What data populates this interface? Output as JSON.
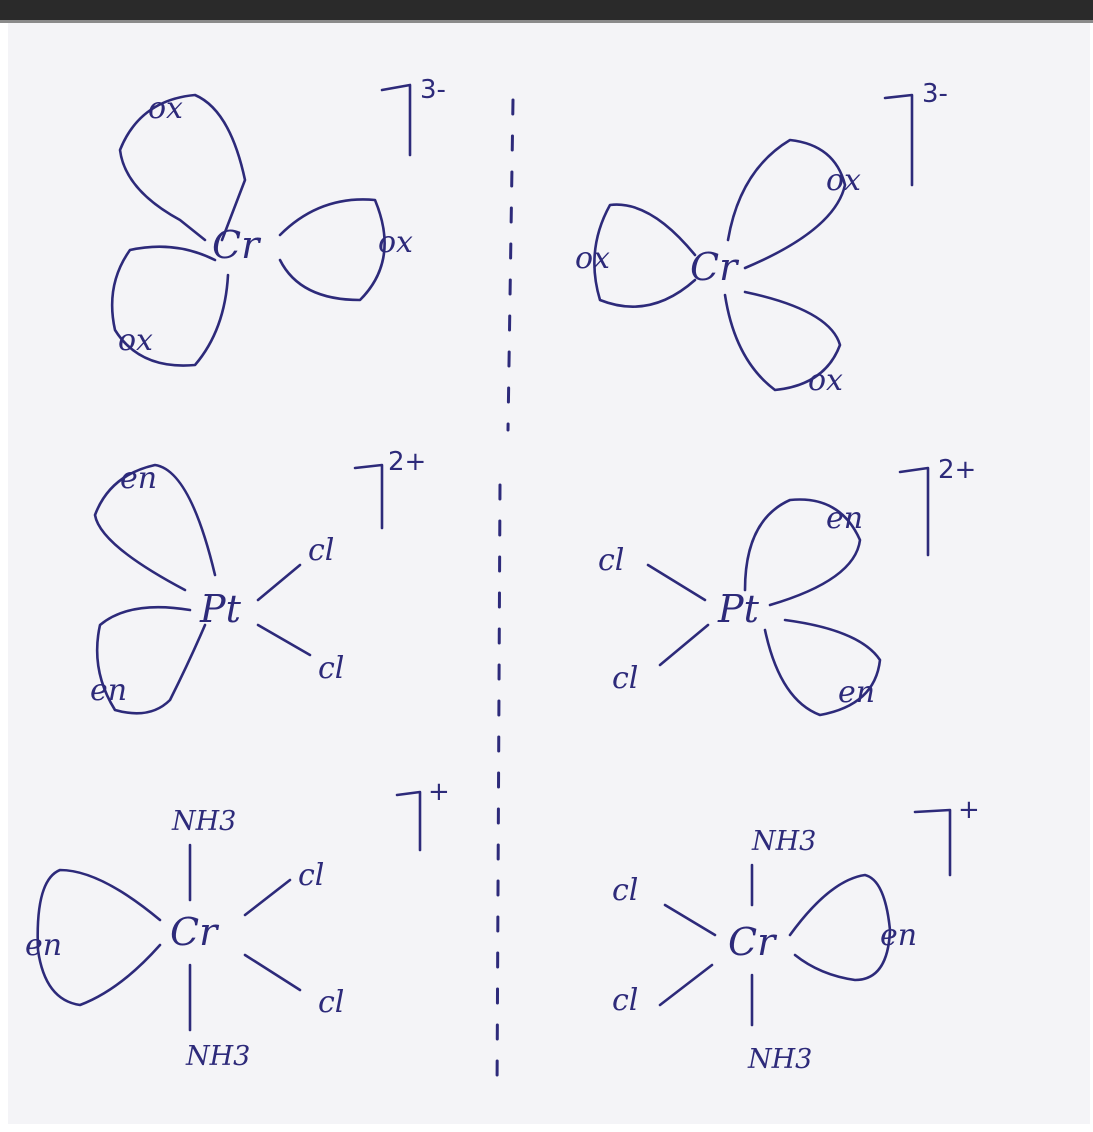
{
  "complexes": [
    {
      "left": {
        "metal": "Cr",
        "ligands": [
          "ox",
          "ox",
          "ox"
        ],
        "charge": "3-"
      },
      "right": {
        "metal": "Cr",
        "ligands": [
          "ox",
          "ox",
          "ox"
        ],
        "charge": "3-"
      }
    },
    {
      "left": {
        "metal": "Pt",
        "ligands": [
          "en",
          "en",
          "Cl",
          "Cl"
        ],
        "ligand_labels": [
          "en",
          "en",
          "cl",
          "cl"
        ],
        "charge": "2+"
      },
      "right": {
        "metal": "Pt",
        "ligands": [
          "en",
          "en",
          "Cl",
          "Cl"
        ],
        "ligand_labels": [
          "en",
          "en",
          "cl",
          "cl"
        ],
        "charge": "2+"
      }
    },
    {
      "left": {
        "metal": "Cr",
        "ligand_labels": [
          "NH3",
          "NH3",
          "en",
          "cl",
          "cl"
        ],
        "charge": "+"
      },
      "right": {
        "metal": "Cr",
        "ligand_labels": [
          "NH3",
          "NH3",
          "en",
          "cl",
          "cl"
        ],
        "charge": "+"
      }
    }
  ]
}
